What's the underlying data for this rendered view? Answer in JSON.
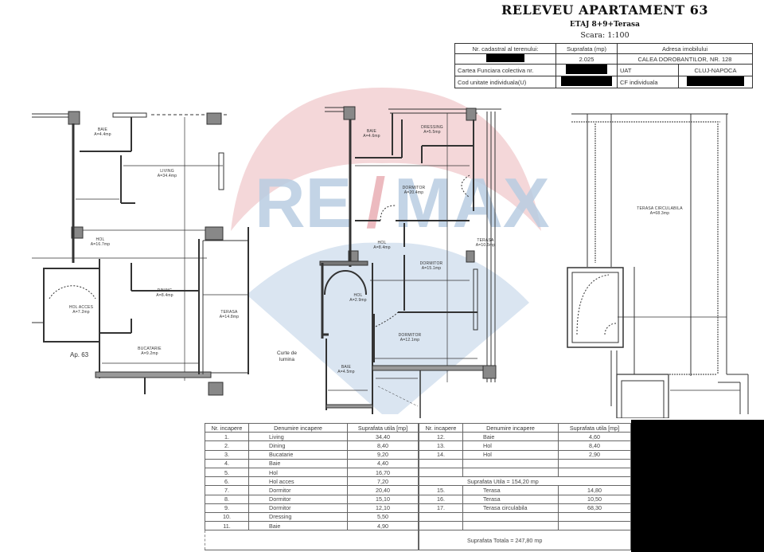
{
  "header": {
    "title": "RELEVEU APARTAMENT 63",
    "subtitle": "ETAJ 8+9+Terasa",
    "scale": "Scara: 1:100"
  },
  "info_table": {
    "cadastral_label": "Nr. cadastral al terenului:",
    "surface_label": "Suprafata (mp)",
    "address_label": "Adresa imobilului",
    "cadastral_value": "[redacted]",
    "surface_value": "2.025",
    "address_value": "CALEA DOROBANTILOR, NR. 128",
    "cf_collective_label": "Cartea Funciara colectiva nr.",
    "cf_collective_value": "[redacted]",
    "uat_label": "UAT",
    "uat_value": "CLUJ-NAPOCA",
    "unit_code_label": "Cod unitate individuala(U)",
    "unit_code_value": "[redacted]",
    "cf_individual_label": "CF individuala",
    "cf_individual_value": "[redacted]"
  },
  "watermark": {
    "text": "RE/MAX",
    "red": "#e8b8bd",
    "blue": "#c9d8e8"
  },
  "plans": {
    "floor8": {
      "rooms": [
        {
          "name": "BAIE",
          "area": "A=4.4mp"
        },
        {
          "name": "LIVING",
          "area": "A=34.4mp"
        },
        {
          "name": "HOL",
          "area": "A=16.7mp"
        },
        {
          "name": "HOL ACCES",
          "area": "A=7.2mp"
        },
        {
          "name": "DINING",
          "area": "A=8.4mp"
        },
        {
          "name": "BUCATARIE",
          "area": "A=9.2mp"
        },
        {
          "name": "TERASA",
          "area": "A=14.8mp"
        }
      ],
      "apartment_label": "Ap. 63"
    },
    "floor9": {
      "rooms": [
        {
          "name": "BAIE",
          "area": "A=4.6mp"
        },
        {
          "name": "DRESSING",
          "area": "A=5.5mp"
        },
        {
          "name": "DORMITOR",
          "area": "A=20.4mp"
        },
        {
          "name": "HOL",
          "area": "A=8.4mp"
        },
        {
          "name": "TERASA",
          "area": "A=10.5mp"
        },
        {
          "name": "DORMITOR",
          "area": "A=15.1mp"
        },
        {
          "name": "HOL",
          "area": "A=2.9mp"
        },
        {
          "name": "DORMITOR",
          "area": "A=12.1mp"
        },
        {
          "name": "BAIE",
          "area": "A=4.5mp"
        }
      ],
      "courtyard_label_1": "Curte de",
      "courtyard_label_2": "lumina"
    },
    "terrace": {
      "rooms": [
        {
          "name": "TERASA CIRCULABILA",
          "area": "A=68.3mp"
        }
      ]
    }
  },
  "rooms_table": {
    "headers": [
      "Nr. incapere",
      "Denumire incapere",
      "Suprafata utila [mp]"
    ],
    "left_rows": [
      {
        "nr": "1.",
        "name": "Living",
        "area": "34,40"
      },
      {
        "nr": "2.",
        "name": "Dining",
        "area": "8,40"
      },
      {
        "nr": "3.",
        "name": "Bucatarie",
        "area": "9,20"
      },
      {
        "nr": "4.",
        "name": "Baie",
        "area": "4,40"
      },
      {
        "nr": "5.",
        "name": "Hol",
        "area": "16,70"
      },
      {
        "nr": "6.",
        "name": "Hol acces",
        "area": "7,20"
      },
      {
        "nr": "7.",
        "name": "Dormitor",
        "area": "20,40"
      },
      {
        "nr": "8.",
        "name": "Dormitor",
        "area": "15,10"
      },
      {
        "nr": "9.",
        "name": "Dormitor",
        "area": "12,10"
      },
      {
        "nr": "10.",
        "name": "Dressing",
        "area": "5,50"
      },
      {
        "nr": "11.",
        "name": "Baie",
        "area": "4,90"
      }
    ],
    "right_rows": [
      {
        "nr": "12.",
        "name": "Baie",
        "area": "4,60"
      },
      {
        "nr": "13.",
        "name": "Hol",
        "area": "8,40"
      },
      {
        "nr": "14.",
        "name": "Hol",
        "area": "2,90"
      }
    ],
    "useful_total": "Suprafata Utila = 154,20 mp",
    "terrace_rows": [
      {
        "nr": "15.",
        "name": "Terasa",
        "area": "14,80"
      },
      {
        "nr": "16.",
        "name": "Terasa",
        "area": "10,50"
      },
      {
        "nr": "17.",
        "name": "Terasa circulabila",
        "area": "68,30"
      }
    ],
    "grand_total": "Suprafata Totala = 247,80 mp"
  }
}
